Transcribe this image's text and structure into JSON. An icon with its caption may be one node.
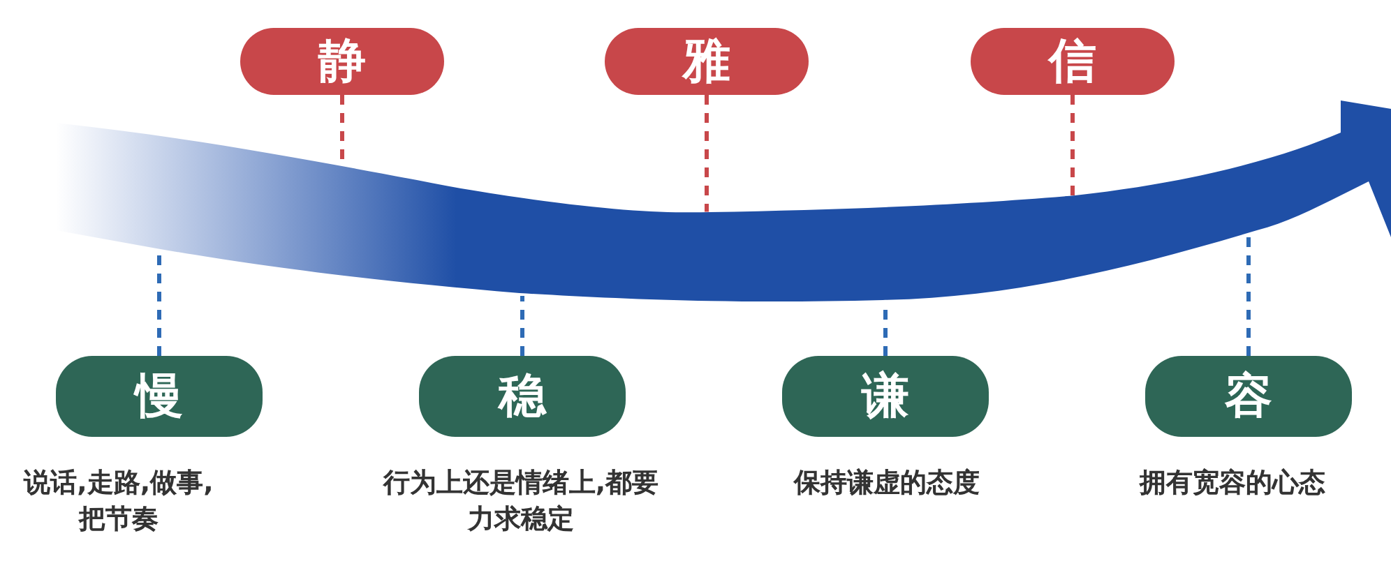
{
  "diagram": {
    "nodes": [
      {
        "text": [
          "静"
        ]
      },
      {
        "text": [
          "雅"
        ]
      },
      {
        "text": [
          "信"
        ]
      },
      {
        "text": [],
        "shape": "arrow"
      },
      {
        "text": [
          "慢"
        ],
        "beside": [
          "说话,走路,做事,把节奏"
        ]
      },
      {
        "text": [
          "稳"
        ],
        "beside": [
          "行为上还是情绪上,都要力求稳定"
        ]
      },
      {
        "text": [
          "谦"
        ],
        "beside": [
          "保持谦虚的态度"
        ]
      },
      {
        "text": [
          "容"
        ],
        "beside": [
          "拥有宽容的心态"
        ]
      }
    ],
    "edges": [
      {
        "from": 0,
        "to": 3,
        "arrow": "none",
        "style": "dashed",
        "color": "#c8474a"
      },
      {
        "from": 1,
        "to": 3,
        "arrow": "none",
        "style": "dashed",
        "color": "#c8474a"
      },
      {
        "from": 2,
        "to": 3,
        "arrow": "none",
        "style": "dashed",
        "color": "#c8474a"
      },
      {
        "from": 4,
        "to": 3,
        "arrow": "none",
        "style": "dashed",
        "color": "#2e6bb5"
      },
      {
        "from": 5,
        "to": 3,
        "arrow": "none",
        "style": "dashed",
        "color": "#2e6bb5"
      },
      {
        "from": 6,
        "to": 3,
        "arrow": "none",
        "style": "dashed",
        "color": "#2e6bb5"
      },
      {
        "from": 7,
        "to": 3,
        "arrow": "none",
        "style": "dashed",
        "color": "#2e6bb5"
      }
    ]
  }
}
